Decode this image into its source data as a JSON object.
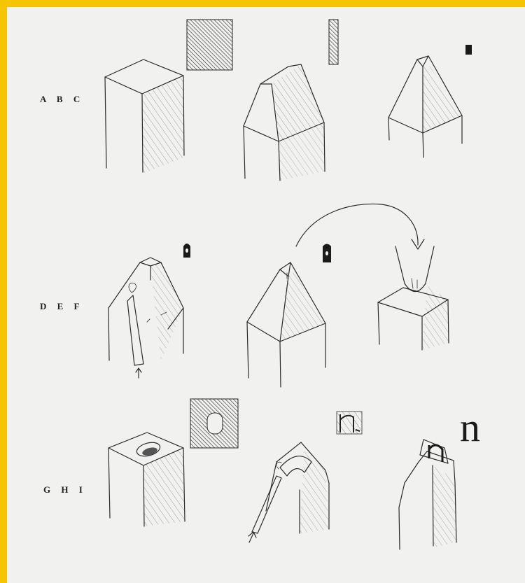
{
  "rows": [
    {
      "label": "A B C"
    },
    {
      "label": "D E F"
    },
    {
      "label": "G H I"
    }
  ],
  "glyph_letter": "n",
  "colors": {
    "border": "#f7c400",
    "paper": "#f1f1ef",
    "ink": "#2b2b2b"
  }
}
